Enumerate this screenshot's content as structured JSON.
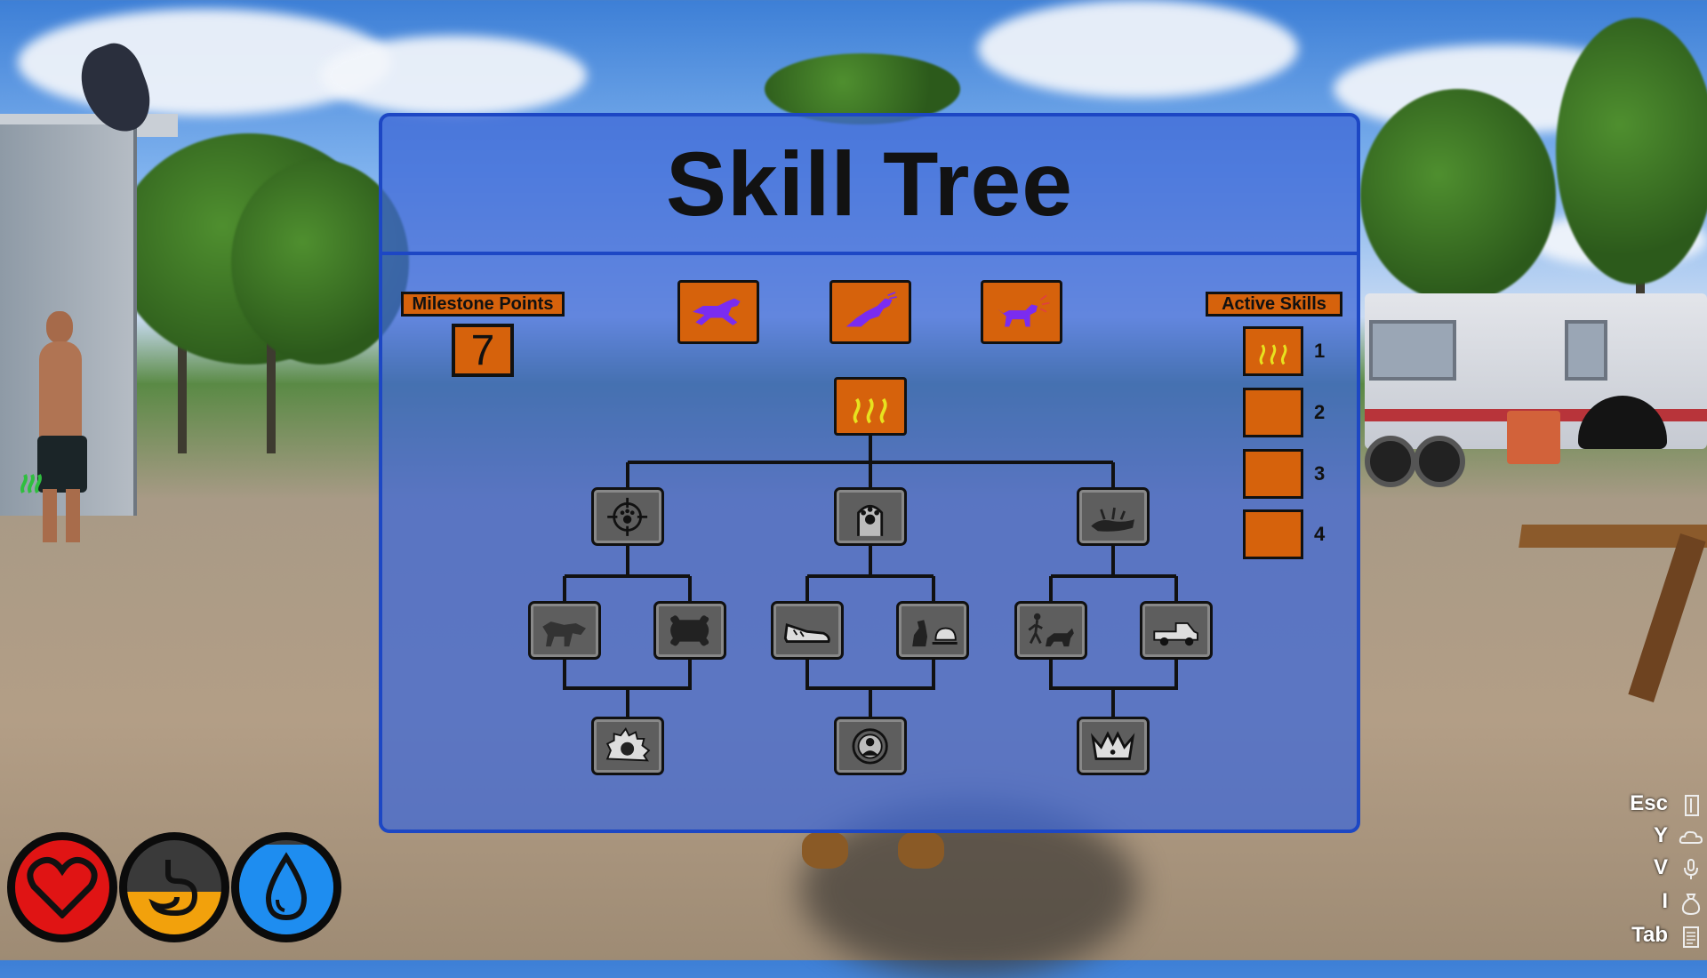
{
  "panel": {
    "title": "Skill Tree",
    "milestone_label": "Milestone Points",
    "milestone_value": "7",
    "active_label": "Active Skills"
  },
  "top_skills": [
    {
      "name": "run-skill",
      "icon": "running-dog-icon",
      "state": "unlocked"
    },
    {
      "name": "leap-skill",
      "icon": "leaping-dog-icon",
      "state": "unlocked"
    },
    {
      "name": "bark-skill",
      "icon": "barking-dog-icon",
      "state": "unlocked"
    }
  ],
  "root_skill": {
    "name": "scent-skill",
    "icon": "scent-waves-icon",
    "state": "unlocked"
  },
  "tree_skills": [
    {
      "icon": "paw-target-icon",
      "state": "locked"
    },
    {
      "icon": "paw-high-five-icon",
      "state": "locked"
    },
    {
      "icon": "dog-rolling-icon",
      "state": "locked"
    },
    {
      "icon": "dog-fight-icon",
      "state": "locked"
    },
    {
      "icon": "bone-icon",
      "state": "locked"
    },
    {
      "icon": "sneaker-icon",
      "state": "locked"
    },
    {
      "icon": "dog-dinner-bell-icon",
      "state": "locked"
    },
    {
      "icon": "dog-chasing-person-icon",
      "state": "locked"
    },
    {
      "icon": "pickup-truck-icon",
      "state": "locked"
    },
    {
      "icon": "hedgehog-icon",
      "state": "locked"
    },
    {
      "icon": "person-target-icon",
      "state": "locked"
    },
    {
      "icon": "crown-icon",
      "state": "locked"
    }
  ],
  "active_slots": [
    {
      "number": "1",
      "icon": "scent-waves-icon"
    },
    {
      "number": "2",
      "icon": ""
    },
    {
      "number": "3",
      "icon": ""
    },
    {
      "number": "4",
      "icon": ""
    }
  ],
  "status": {
    "health_icon": "heart-icon",
    "hunger_icon": "stomach-icon",
    "hunger_level": 0.45,
    "thirst_icon": "water-drop-icon",
    "thirst_level": 0.95
  },
  "hotkeys": [
    {
      "key": "Esc",
      "icon": "exit-door-icon"
    },
    {
      "key": "Y",
      "icon": "cloud-icon"
    },
    {
      "key": "V",
      "icon": "microphone-icon"
    },
    {
      "key": "I",
      "icon": "bag-icon"
    },
    {
      "key": "Tab",
      "icon": "notepad-icon"
    }
  ],
  "colors": {
    "panel_border": "#1d47c4",
    "skill_orange": "#d6620c",
    "skill_icon_purple": "#7a2cf0",
    "scent_yellow": "#e7e21f",
    "health_red": "#e01414",
    "hunger_orange": "#f2a10c",
    "thirst_blue": "#1e8df0"
  }
}
